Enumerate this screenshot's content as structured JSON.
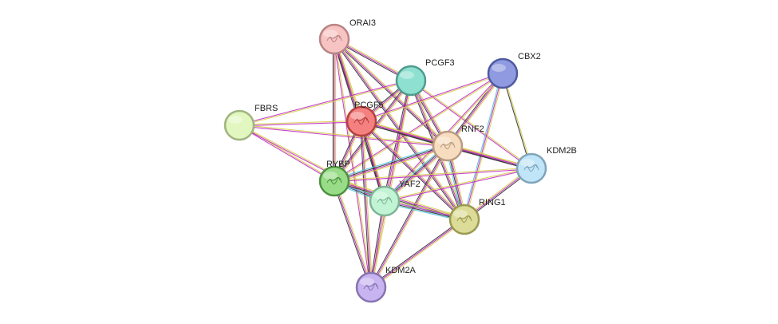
{
  "network": {
    "nodes": [
      {
        "id": "ORAI3",
        "label": "ORAI3",
        "color": "#f7c3c3",
        "stroke": "#b88484",
        "glyph": "structure-icon"
      },
      {
        "id": "PCGF3",
        "label": "PCGF3",
        "color": "#8ee0d0",
        "stroke": "#4e9c8e",
        "glyph": "none"
      },
      {
        "id": "CBX2",
        "label": "CBX2",
        "color": "#8f9ae0",
        "stroke": "#4f5aa0",
        "glyph": "none"
      },
      {
        "id": "FBRS",
        "label": "FBRS",
        "color": "#e2f7c0",
        "stroke": "#9fb47e",
        "glyph": "none"
      },
      {
        "id": "PCGF5",
        "label": "PCGF5",
        "color": "#f48080",
        "stroke": "#b44040",
        "glyph": "structure-icon"
      },
      {
        "id": "RNF2",
        "label": "RNF2",
        "color": "#f8dcc0",
        "stroke": "#b89c80",
        "glyph": "structure-icon"
      },
      {
        "id": "KDM2B",
        "label": "KDM2B",
        "color": "#c0e4f8",
        "stroke": "#80a4b8",
        "glyph": "structure-icon"
      },
      {
        "id": "RYBP",
        "label": "RYBP",
        "color": "#98dc88",
        "stroke": "#4e9040",
        "glyph": "structure-icon"
      },
      {
        "id": "YAF2",
        "label": "YAF2",
        "color": "#c0f4d4",
        "stroke": "#80b494",
        "glyph": "structure-icon"
      },
      {
        "id": "RING1",
        "label": "RING1",
        "color": "#dcdc98",
        "stroke": "#9a9a50",
        "glyph": "structure-icon"
      },
      {
        "id": "KDM2A",
        "label": "KDM2A",
        "color": "#c8b4f0",
        "stroke": "#8874b0",
        "glyph": "structure-icon"
      }
    ],
    "edges": [
      {
        "source": "ORAI3",
        "target": "PCGF5",
        "kinds": [
          "#d6cc4c",
          "#c22ec2",
          "#333333"
        ]
      },
      {
        "source": "ORAI3",
        "target": "PCGF3",
        "kinds": [
          "#d6cc4c",
          "#c22ec2",
          "#333333"
        ]
      },
      {
        "source": "ORAI3",
        "target": "RNF2",
        "kinds": [
          "#d6cc4c",
          "#c22ec2",
          "#333333"
        ]
      },
      {
        "source": "ORAI3",
        "target": "RYBP",
        "kinds": [
          "#d6cc4c",
          "#c22ec2",
          "#333333"
        ]
      },
      {
        "source": "ORAI3",
        "target": "YAF2",
        "kinds": [
          "#d6cc4c",
          "#c22ec2",
          "#333333"
        ]
      },
      {
        "source": "ORAI3",
        "target": "RING1",
        "kinds": [
          "#d6cc4c",
          "#c22ec2",
          "#333333"
        ]
      },
      {
        "source": "ORAI3",
        "target": "KDM2A",
        "kinds": [
          "#d6cc4c",
          "#c22ec2"
        ]
      },
      {
        "source": "PCGF3",
        "target": "PCGF5",
        "kinds": [
          "#d6cc4c",
          "#c22ec2",
          "#333333"
        ]
      },
      {
        "source": "PCGF3",
        "target": "RNF2",
        "kinds": [
          "#d6cc4c",
          "#c22ec2",
          "#333333"
        ]
      },
      {
        "source": "PCGF3",
        "target": "RYBP",
        "kinds": [
          "#d6cc4c",
          "#c22ec2",
          "#333333"
        ]
      },
      {
        "source": "PCGF3",
        "target": "YAF2",
        "kinds": [
          "#d6cc4c",
          "#c22ec2",
          "#333333"
        ]
      },
      {
        "source": "PCGF3",
        "target": "RING1",
        "kinds": [
          "#d6cc4c",
          "#c22ec2",
          "#333333"
        ]
      },
      {
        "source": "PCGF3",
        "target": "KDM2A",
        "kinds": [
          "#d6cc4c",
          "#c22ec2"
        ]
      },
      {
        "source": "PCGF3",
        "target": "KDM2B",
        "kinds": [
          "#d6cc4c",
          "#c22ec2"
        ]
      },
      {
        "source": "PCGF3",
        "target": "FBRS",
        "kinds": [
          "#d6cc4c",
          "#c22ec2"
        ]
      },
      {
        "source": "CBX2",
        "target": "PCGF5",
        "kinds": [
          "#d6cc4c",
          "#c22ec2"
        ]
      },
      {
        "source": "CBX2",
        "target": "RNF2",
        "kinds": [
          "#d6cc4c",
          "#c22ec2",
          "#333333"
        ]
      },
      {
        "source": "CBX2",
        "target": "RING1",
        "kinds": [
          "#d6cc4c",
          "#c22ec2",
          "#4fc3e0"
        ]
      },
      {
        "source": "CBX2",
        "target": "YAF2",
        "kinds": [
          "#d6cc4c",
          "#c22ec2"
        ]
      },
      {
        "source": "CBX2",
        "target": "RYBP",
        "kinds": [
          "#d6cc4c",
          "#c22ec2"
        ]
      },
      {
        "source": "CBX2",
        "target": "KDM2B",
        "kinds": [
          "#d6cc4c",
          "#333333"
        ]
      },
      {
        "source": "FBRS",
        "target": "PCGF5",
        "kinds": [
          "#d6cc4c",
          "#c22ec2"
        ]
      },
      {
        "source": "FBRS",
        "target": "RNF2",
        "kinds": [
          "#d6cc4c",
          "#c22ec2"
        ]
      },
      {
        "source": "FBRS",
        "target": "RYBP",
        "kinds": [
          "#d6cc4c",
          "#c22ec2"
        ]
      },
      {
        "source": "FBRS",
        "target": "YAF2",
        "kinds": [
          "#d6cc4c",
          "#c22ec2"
        ]
      },
      {
        "source": "PCGF5",
        "target": "RNF2",
        "kinds": [
          "#d6cc4c",
          "#c22ec2",
          "#333333"
        ]
      },
      {
        "source": "PCGF5",
        "target": "RYBP",
        "kinds": [
          "#d6cc4c",
          "#c22ec2",
          "#333333"
        ]
      },
      {
        "source": "PCGF5",
        "target": "YAF2",
        "kinds": [
          "#d6cc4c",
          "#c22ec2",
          "#333333"
        ]
      },
      {
        "source": "PCGF5",
        "target": "RING1",
        "kinds": [
          "#d6cc4c",
          "#c22ec2",
          "#333333"
        ]
      },
      {
        "source": "PCGF5",
        "target": "KDM2B",
        "kinds": [
          "#d6cc4c",
          "#c22ec2",
          "#333333"
        ]
      },
      {
        "source": "PCGF5",
        "target": "KDM2A",
        "kinds": [
          "#d6cc4c",
          "#c22ec2",
          "#333333"
        ]
      },
      {
        "source": "RNF2",
        "target": "RYBP",
        "kinds": [
          "#d6cc4c",
          "#c22ec2",
          "#333333",
          "#4fc3e0"
        ]
      },
      {
        "source": "RNF2",
        "target": "YAF2",
        "kinds": [
          "#d6cc4c",
          "#c22ec2",
          "#333333",
          "#4fc3e0"
        ]
      },
      {
        "source": "RNF2",
        "target": "RING1",
        "kinds": [
          "#d6cc4c",
          "#c22ec2",
          "#333333",
          "#4fc3e0"
        ]
      },
      {
        "source": "RNF2",
        "target": "KDM2B",
        "kinds": [
          "#d6cc4c",
          "#c22ec2",
          "#333333"
        ]
      },
      {
        "source": "RNF2",
        "target": "KDM2A",
        "kinds": [
          "#d6cc4c",
          "#c22ec2",
          "#333333"
        ]
      },
      {
        "source": "RYBP",
        "target": "YAF2",
        "kinds": [
          "#d6cc4c",
          "#c22ec2",
          "#333333",
          "#4fc3e0"
        ]
      },
      {
        "source": "RYBP",
        "target": "RING1",
        "kinds": [
          "#d6cc4c",
          "#c22ec2",
          "#333333",
          "#4fc3e0"
        ]
      },
      {
        "source": "RYBP",
        "target": "KDM2B",
        "kinds": [
          "#d6cc4c",
          "#c22ec2"
        ]
      },
      {
        "source": "RYBP",
        "target": "KDM2A",
        "kinds": [
          "#d6cc4c",
          "#c22ec2",
          "#333333"
        ]
      },
      {
        "source": "YAF2",
        "target": "RING1",
        "kinds": [
          "#d6cc4c",
          "#c22ec2",
          "#333333",
          "#4fc3e0"
        ]
      },
      {
        "source": "YAF2",
        "target": "KDM2B",
        "kinds": [
          "#d6cc4c",
          "#c22ec2"
        ]
      },
      {
        "source": "YAF2",
        "target": "KDM2A",
        "kinds": [
          "#d6cc4c",
          "#c22ec2",
          "#333333"
        ]
      },
      {
        "source": "RING1",
        "target": "KDM2B",
        "kinds": [
          "#d6cc4c",
          "#c22ec2",
          "#333333"
        ]
      },
      {
        "source": "RING1",
        "target": "KDM2A",
        "kinds": [
          "#d6cc4c",
          "#c22ec2",
          "#333333"
        ]
      }
    ]
  }
}
